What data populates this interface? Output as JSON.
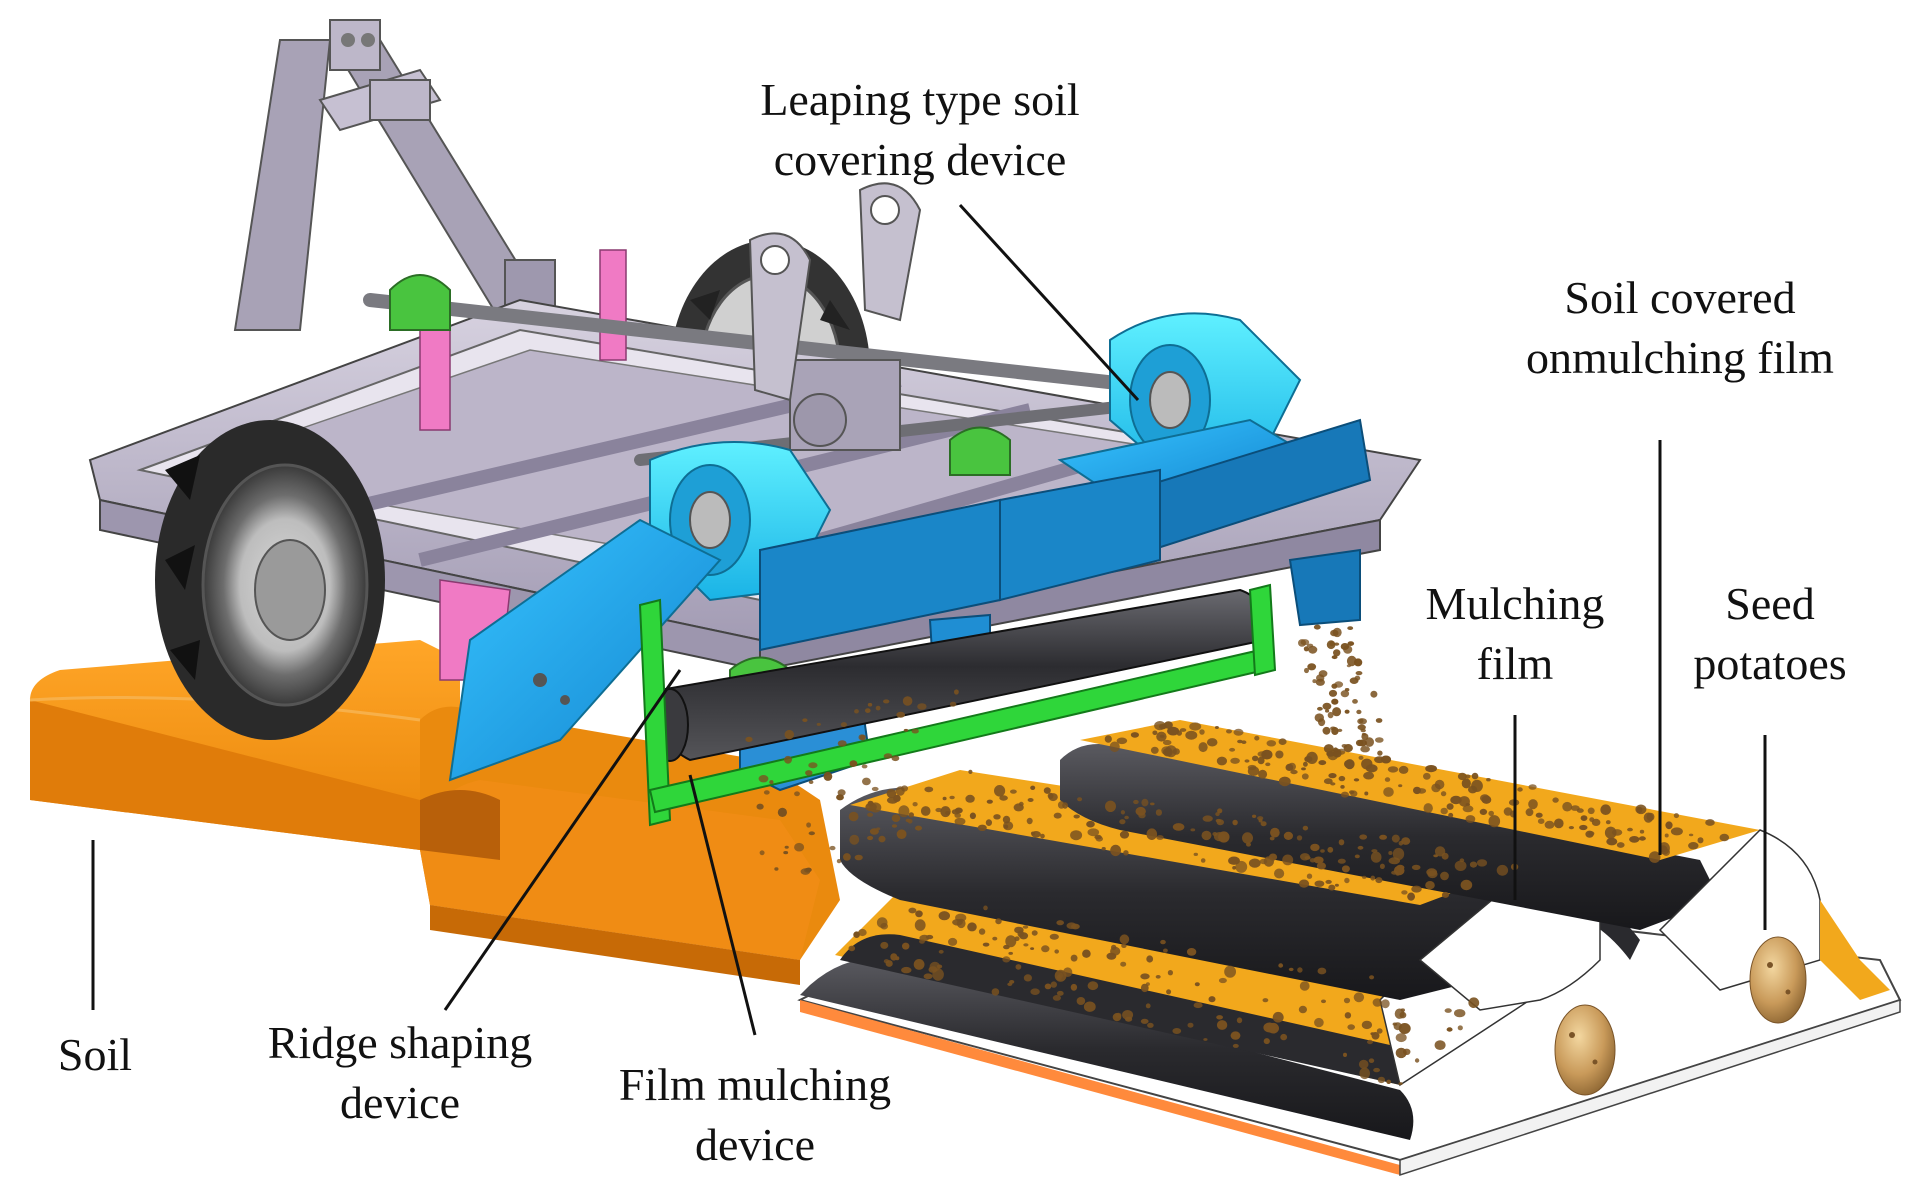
{
  "labels": {
    "leaping_line1": "Leaping type soil",
    "leaping_line2": "covering device",
    "covered_line1": "Soil covered",
    "covered_line2": "onmulching film",
    "mulching_line1": "Mulching",
    "mulching_line2": "film",
    "seed_line1": "Seed",
    "seed_line2": "potatoes",
    "soil": "Soil",
    "ridge_line1": "Ridge shaping",
    "ridge_line2": "device",
    "film_line1": "Film mulching",
    "film_line2": "device"
  },
  "colors": {
    "soil_orange": "#f08c14",
    "soil_dark": "#c86a08",
    "film_black": "#2d2d30",
    "frame_grey": "#b9b3c6",
    "covering_blue": "#1fa3e8",
    "cyan": "#2ad2f5",
    "bearing_green": "#49c43f",
    "film_green": "#2fd63a",
    "pink": "#f07ac4",
    "potato": "#c79a55",
    "speck": "#7a5220",
    "straw": "#f2a81c"
  }
}
